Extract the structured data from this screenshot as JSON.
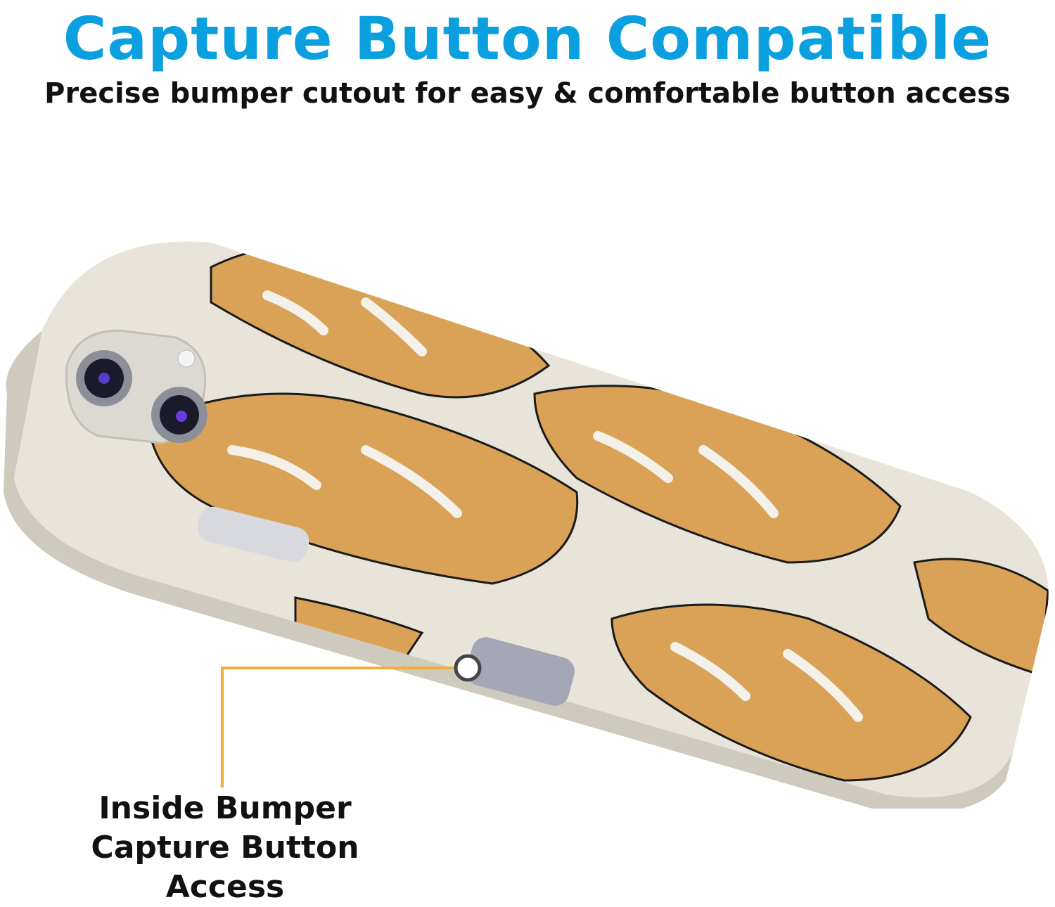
{
  "header": {
    "title": "Capture Button Compatible",
    "subtitle": "Precise bumper cutout for easy & comfortable button access"
  },
  "callout": {
    "line1": "Inside Bumper",
    "line2": "Capture Button Access"
  },
  "colors": {
    "title": "#0aa0e0",
    "callout_line": "#f0ae3c",
    "leaf": "#d9a257",
    "case_base": "#e9e4da"
  }
}
